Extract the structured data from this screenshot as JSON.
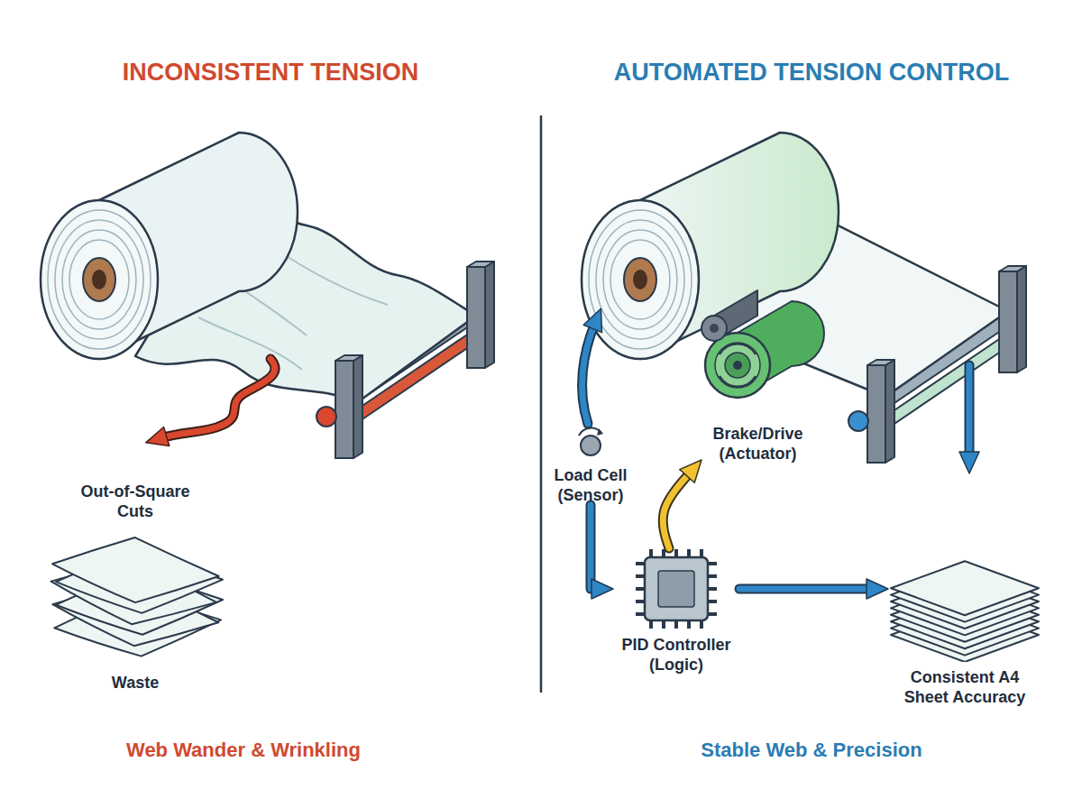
{
  "diagram": {
    "nodes": [
      {
        "text": [
          "Brake/Drive (Actuator)"
        ]
      },
      {
        "text": [
          "Load Cell (Sensor)"
        ]
      },
      {
        "text": [
          "PID Controller (Logic)"
        ]
      },
      {
        "text": [
          "Consistent A4 Sheet Accuracy"
        ]
      }
    ],
    "edges": [
      {
        "from": 1,
        "to": 2,
        "arrow": "to"
      },
      {
        "from": 2,
        "to": 0,
        "arrow": "to"
      },
      {
        "from": 2,
        "to": 3,
        "arrow": "to"
      }
    ],
    "labels": [
      "INCONSISTENT TENSION",
      "AUTOMATED TENSION CONTROL",
      "Out-of-Square Cuts",
      "Waste",
      "Web Wander & Wrinkling",
      "Stable Web & Precision"
    ]
  }
}
